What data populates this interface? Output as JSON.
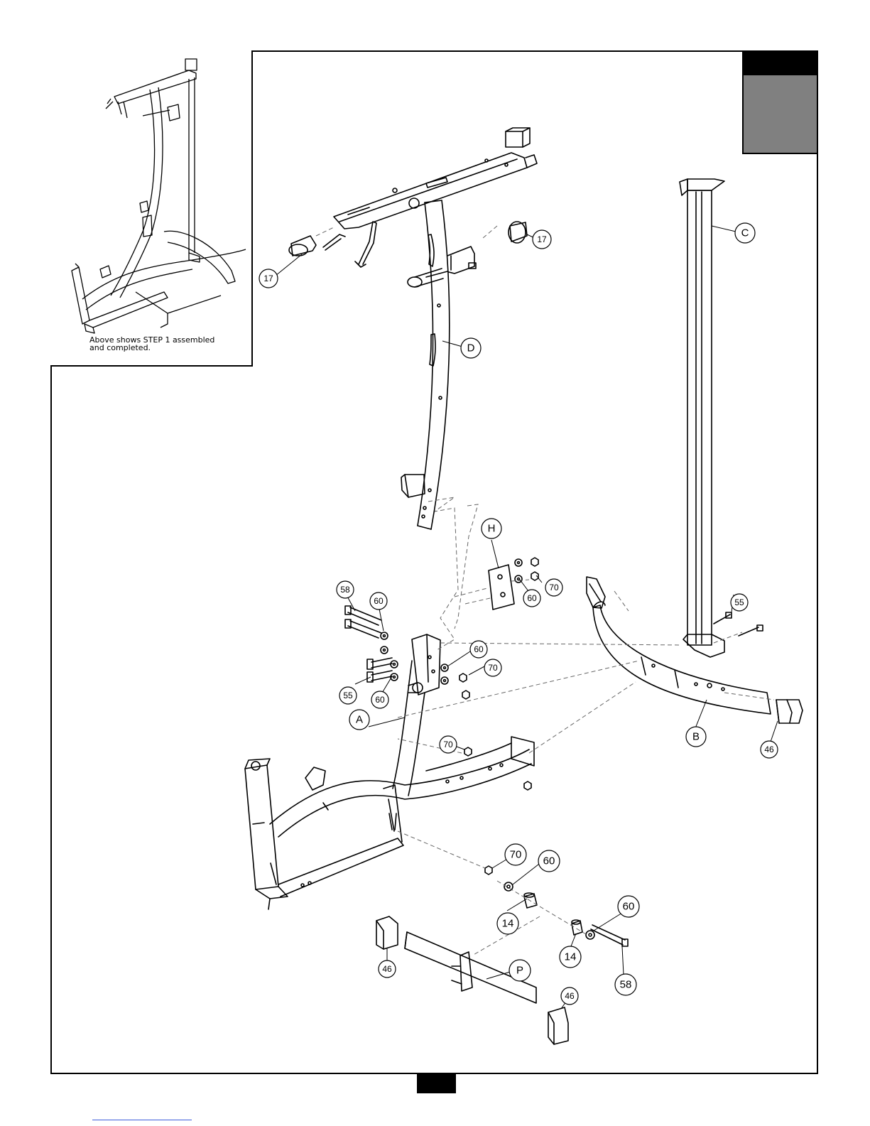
{
  "inset": {
    "caption_line1": "Above shows STEP 1 assembled",
    "caption_line2": "and completed."
  },
  "callouts": {
    "c17a": "17",
    "c17b": "17",
    "cC": "C",
    "cD": "D",
    "cH": "H",
    "cA": "A",
    "cB": "B",
    "cP": "P",
    "c58a": "58",
    "c60a": "60",
    "c60b": "60",
    "c60c": "60",
    "c60d": "60",
    "c60e": "60",
    "c70a": "70",
    "c70b": "70",
    "c70c": "70",
    "c70d": "70",
    "c55a": "55",
    "c55b": "55",
    "c46a": "46",
    "c46b": "46",
    "c46c": "46",
    "c14a": "14",
    "c14b": "14",
    "c58b": "58"
  }
}
